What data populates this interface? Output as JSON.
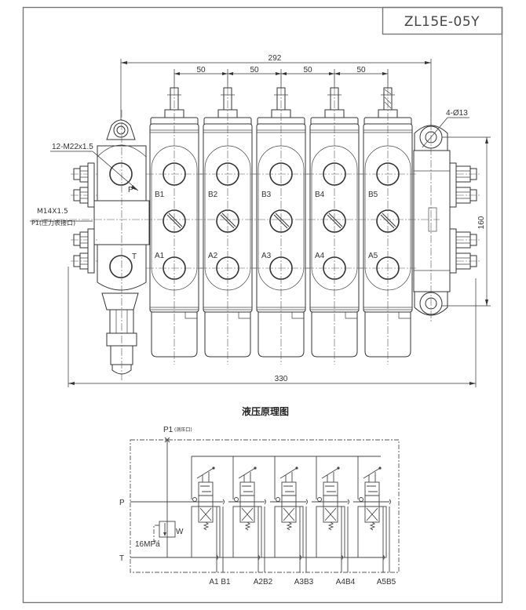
{
  "title_block": {
    "model": "ZL15E-05Y"
  },
  "dimensions": {
    "overall_width_top": "292",
    "section_pitch": [
      "50",
      "50",
      "50",
      "50"
    ],
    "overall_length_bottom": "330",
    "mount_height": "160",
    "mount_holes": "4-Ø13",
    "port_thread": "12-M22x1.5",
    "gauge_thread": "M14X1.5",
    "gauge_port": "P1(压力表接口)"
  },
  "ports": {
    "inlet": "P",
    "tank": "T",
    "sections": [
      {
        "a": "A1",
        "b": "B1"
      },
      {
        "a": "A2",
        "b": "B2"
      },
      {
        "a": "A3",
        "b": "B3"
      },
      {
        "a": "A4",
        "b": "B4"
      },
      {
        "a": "A5",
        "b": "B5"
      }
    ]
  },
  "schematic": {
    "heading": "液压原理图",
    "p1_label": "P1",
    "p1_note": "(测压口)",
    "p_label": "P",
    "t_label": "T",
    "relief_label": "W",
    "relief_pressure": "16MPa",
    "outputs": [
      "A1 B1",
      "A2B2",
      "A3B3",
      "A4B4",
      "A5B5"
    ]
  }
}
